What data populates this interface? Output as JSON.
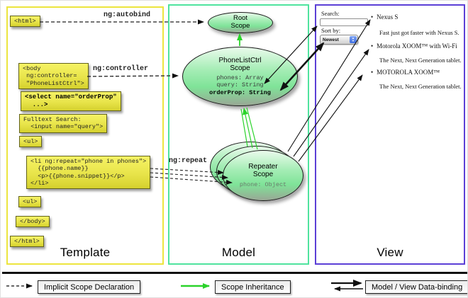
{
  "panels": {
    "template": {
      "label": "Template"
    },
    "model": {
      "label": "Model"
    },
    "view": {
      "label": "View"
    }
  },
  "arrow_labels": {
    "autobind": "ng:autobind",
    "controller": "ng:controller",
    "repeat": "ng:repeat"
  },
  "template_code": {
    "html_open": "<html>",
    "body_open": [
      "<body",
      " ng:controller=",
      " \"PhoneListCtrl\">"
    ],
    "select": [
      "<select name=\"orderProp\"",
      "  ...>"
    ],
    "fulltext": [
      "Fulltext Search:",
      "  <input name=\"query\">"
    ],
    "ul_open": "<ul>",
    "li_repeat": [
      "<li ng:repeat=\"phone in phones\">",
      "  {{phone.name}}",
      "  <p>{{phone.snippet}}</p>",
      "</li>"
    ],
    "ul_close": "<ul>",
    "body_close": "</body>",
    "html_close": "</html>"
  },
  "model": {
    "root_scope": {
      "line1": "Root",
      "line2": "Scope"
    },
    "phonelist": {
      "title1": "PhoneListCtrl",
      "title2": "Scope",
      "prop_phones": "phones: Array",
      "prop_query": "query: String",
      "prop_order": "orderProp: String"
    },
    "repeater": {
      "title1": "Repeater",
      "title2": "Scope",
      "prop_phone": "phone: Object"
    }
  },
  "view": {
    "search_label": "Search:",
    "sort_label": "Sort by:",
    "sort_value": "Newest",
    "bullet": "•",
    "items": [
      {
        "title": "Nexus S",
        "desc": "Fast just got faster with Nexus S."
      },
      {
        "title": "Motorola XOOM™ with Wi-Fi",
        "desc": "The Next, Next Generation tablet."
      },
      {
        "title": "MOTOROLA XOOM™",
        "desc": "The Next, Next Generation tablet."
      }
    ]
  },
  "legend": {
    "implicit": "Implicit Scope Declaration",
    "inheritance": "Scope Inheritance",
    "databinding": "Model / View Data-binding"
  },
  "colors": {
    "template_border": "#ece53e",
    "model_border": "#4fe39e",
    "view_border": "#5b3fd6",
    "green_arrow": "#2bd32b",
    "codebox_fill": "#e8e44a",
    "scope_fill": "#7fe398"
  }
}
